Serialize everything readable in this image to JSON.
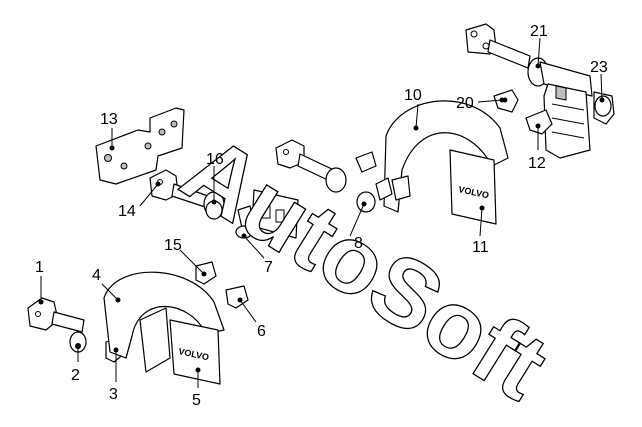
{
  "watermark": "AutoSoft",
  "brand_on_flap": "VOLVO",
  "callouts": [
    "1",
    "2",
    "3",
    "4",
    "5",
    "6",
    "7",
    "8",
    "10",
    "11",
    "12",
    "13",
    "14",
    "15",
    "16",
    "20",
    "21",
    "23"
  ]
}
